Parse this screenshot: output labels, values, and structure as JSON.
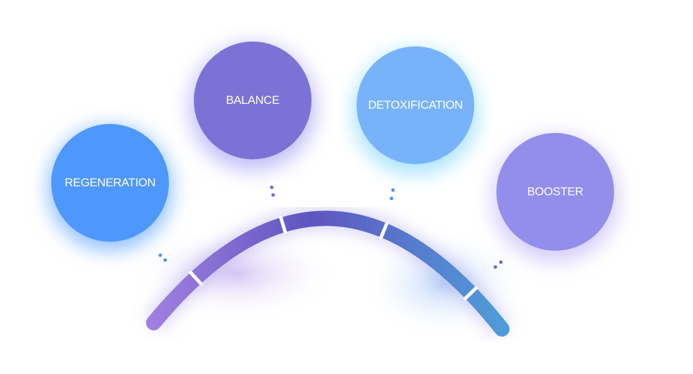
{
  "diagram": {
    "type": "arc-stages",
    "nodes": [
      {
        "id": "regeneration",
        "label": "REGENERATION",
        "color": "#4e97fc",
        "dot_color": "#4a8ff5"
      },
      {
        "id": "balance",
        "label": "BALANCE",
        "color": "#7c72d5",
        "dot_color": "#6f68d8"
      },
      {
        "id": "detoxification",
        "label": "DETOXIFICATION",
        "color": "#78b3fa",
        "dot_color": "#4a8ff5"
      },
      {
        "id": "booster",
        "label": "BOOSTER",
        "color": "#938deb",
        "dot_color": "#7065d4"
      }
    ],
    "arc": {
      "gradient_start": "#9b7fe0",
      "gradient_mid": "#5b59c4",
      "gradient_end": "#4f9ad8",
      "marker_color": "#ffffff",
      "marker_count": 4
    }
  }
}
